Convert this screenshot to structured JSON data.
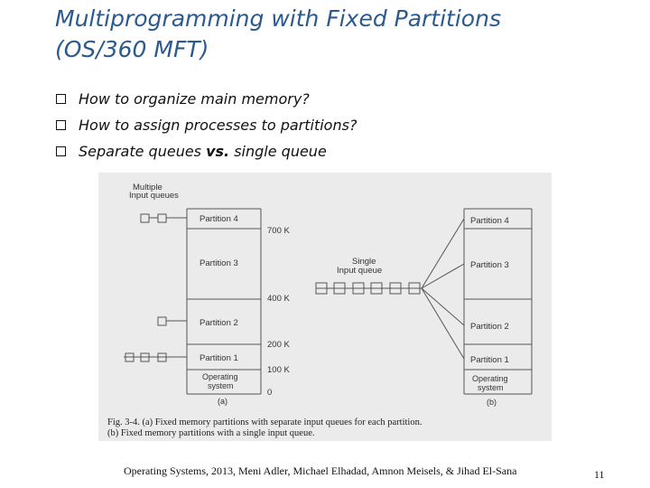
{
  "slide": {
    "title_line1": "Multiprogramming with Fixed Partitions",
    "title_line2": "(OS/360 MFT)",
    "bullets": [
      {
        "text": "How to organize main memory?"
      },
      {
        "text": "How to assign processes to partitions?"
      },
      {
        "pre": "Separate queues ",
        "bold": "vs.",
        "post": " single queue"
      }
    ],
    "footer": "Operating Systems, 2013, Meni Adler, Michael Elhadad, Amnon Meisels, & Jihad El-Sana",
    "page_number": "11"
  },
  "figure": {
    "multiple_label_1": "Multiple",
    "multiple_label_2": "Input queues",
    "single_label_1": "Single",
    "single_label_2": "Input queue",
    "left": {
      "partition4": "Partition 4",
      "partition3": "Partition 3",
      "partition2": "Partition 2",
      "partition1": "Partition 1",
      "os_1": "Operating",
      "os_2": "system",
      "tag": "(a)"
    },
    "addresses": {
      "k700": "700 K",
      "k400": "400 K",
      "k200": "200 K",
      "k100": "100 K",
      "zero": "0"
    },
    "right": {
      "partition4": "Partition 4",
      "partition3": "Partition 3",
      "partition2": "Partition 2",
      "partition1": "Partition 1",
      "os_1": "Operating",
      "os_2": "system",
      "tag": "(b)"
    },
    "caption_line1": "Fig. 3-4. (a) Fixed memory partitions with separate input queues for each partition.",
    "caption_line2": "(b) Fixed memory partitions with a single input queue."
  }
}
